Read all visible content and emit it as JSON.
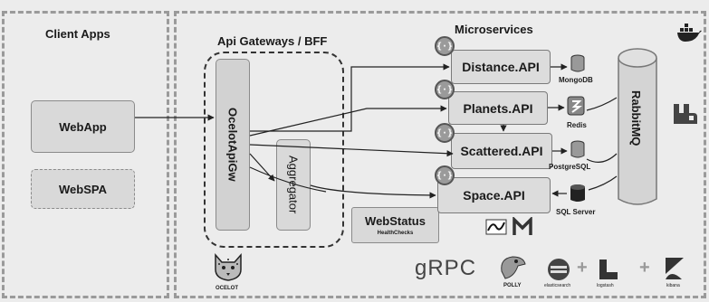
{
  "sections": {
    "client_apps": "Client Apps",
    "gateways": "Api Gateways / BFF",
    "microservices": "Microservices"
  },
  "clients": {
    "webapp": "WebApp",
    "webspa": "WebSPA"
  },
  "gateway": {
    "ocelot": "OcelotApiGw",
    "aggregator": "Aggregator",
    "ocelot_logo_text": "OCELOT"
  },
  "webstatus": {
    "title": "WebStatus",
    "subtitle": "HealthChecks"
  },
  "services": [
    {
      "name": "Distance.API",
      "store": "MongoDB"
    },
    {
      "name": "Planets.API",
      "store": "Redis"
    },
    {
      "name": "Scattered.API",
      "store": "PostgreSQL"
    },
    {
      "name": "Space.API",
      "store": "SQL Server"
    }
  ],
  "bus": "RabbitMQ",
  "logos": {
    "grpc": "gRPC",
    "polly": "POLLY",
    "elasticsearch": "elasticsearch",
    "logstash": "logstash",
    "kibana": "kibana",
    "plus": "+"
  }
}
